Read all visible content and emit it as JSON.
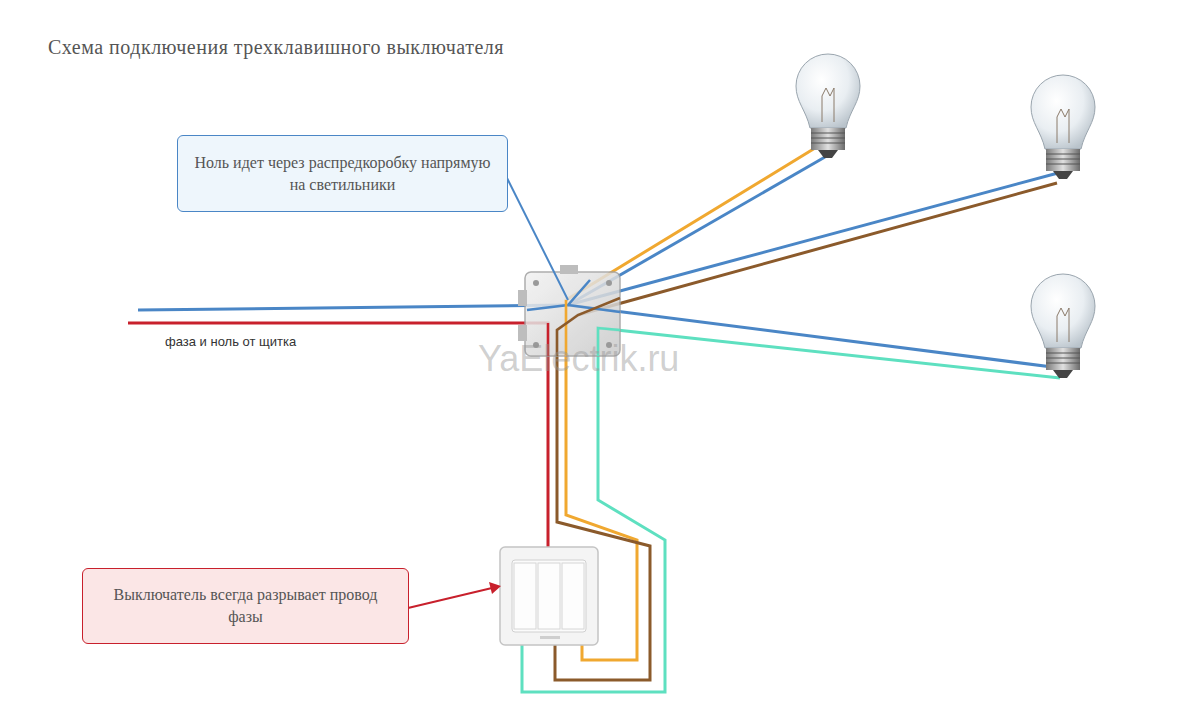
{
  "diagram": {
    "title": "Схема подключения трехклавишного выключателя",
    "nodes": [
      {
        "text": [
          "Ноль идет через распредкоробку напрямую на светильники"
        ]
      },
      {
        "text": [
          "Выключатель всегда разрывает провод фазы"
        ]
      }
    ],
    "labels": [
      "фаза и ноль от щитка",
      "YaElectrik.ru"
    ]
  }
}
